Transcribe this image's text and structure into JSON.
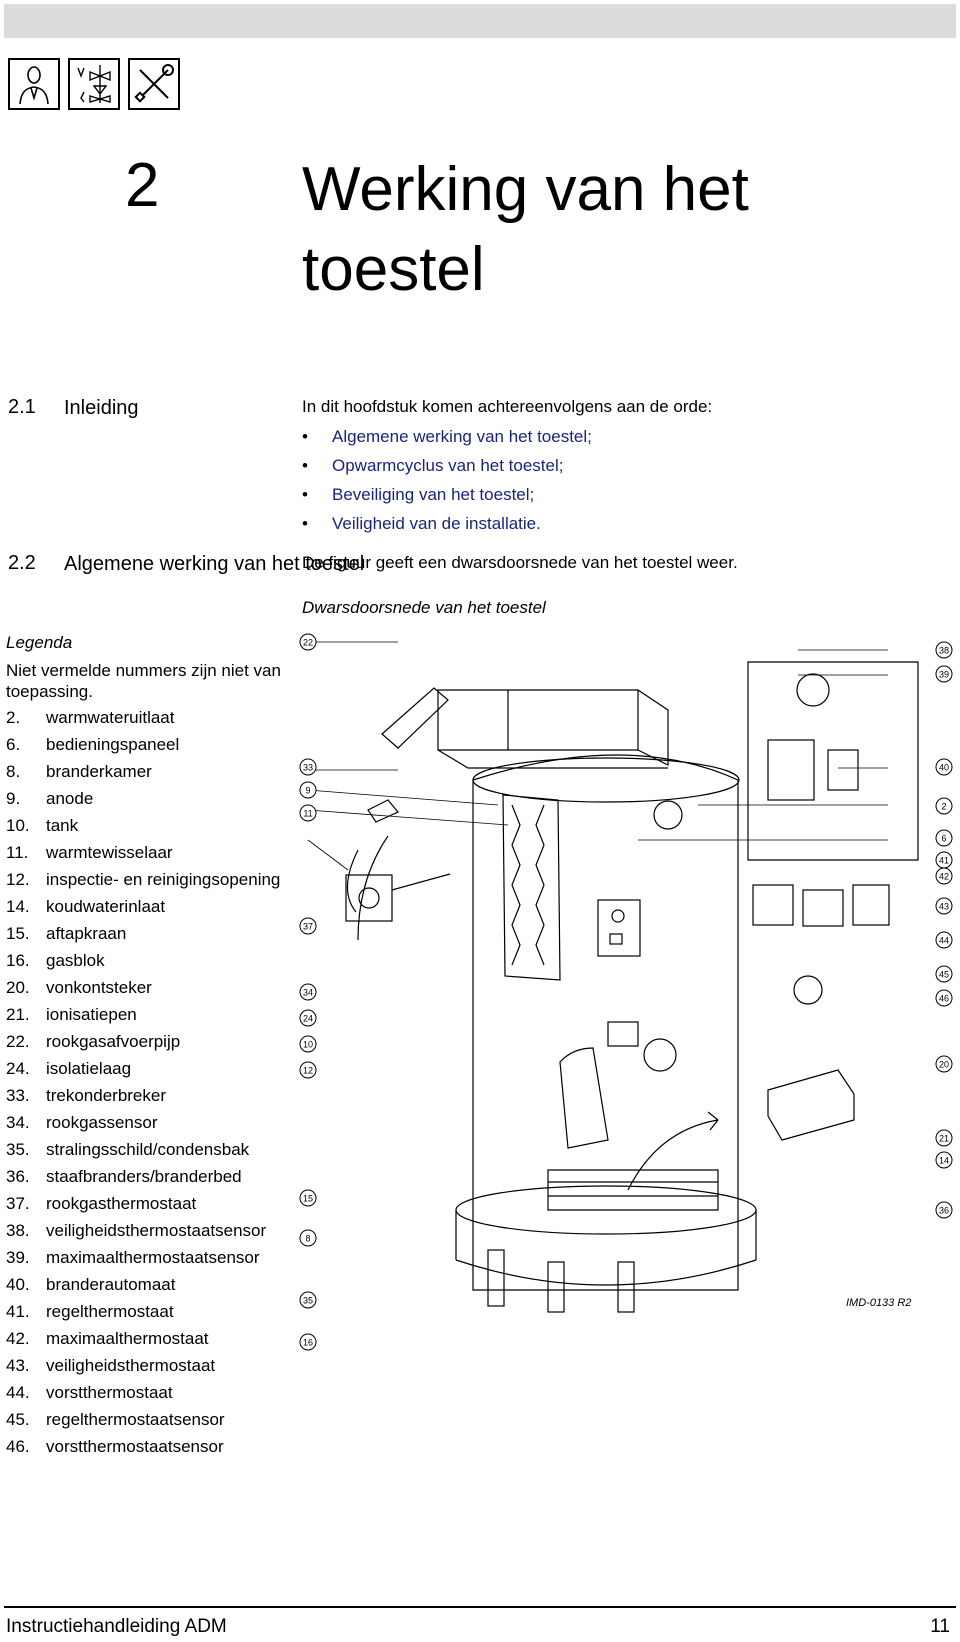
{
  "header": {
    "icons": [
      "installer-person-icon",
      "gas-valve-schematic-icon",
      "tools-wrench-screwdriver-icon"
    ]
  },
  "chapter": {
    "number": "2",
    "title": "Werking van het toestel"
  },
  "sections": [
    {
      "number": "2.1",
      "title": "Inleiding"
    },
    {
      "number": "2.2",
      "title": "Algemene werking van het toestel"
    }
  ],
  "intro": {
    "text": "In dit hoofdstuk komen achtereenvolgens aan de orde:",
    "bullet": "•",
    "items": [
      "Algemene werking van het toestel;",
      "Opwarmcyclus van het toestel;",
      "Beveiliging van het toestel;",
      "Veiligheid van de installatie."
    ]
  },
  "section22": {
    "text": "De figuur geeft een dwarsdoorsnede van het toestel weer.",
    "caption": "Dwarsdoorsnede van het toestel"
  },
  "legend": {
    "title": "Legenda",
    "note": "Niet vermelde nummers zijn niet van toepassing.",
    "items": [
      {
        "num": "2.",
        "label": "warmwateruitlaat"
      },
      {
        "num": "6.",
        "label": "bedieningspaneel"
      },
      {
        "num": "8.",
        "label": "branderkamer"
      },
      {
        "num": "9.",
        "label": "anode"
      },
      {
        "num": "10.",
        "label": "tank"
      },
      {
        "num": "11.",
        "label": "warmtewisselaar"
      },
      {
        "num": "12.",
        "label": "inspectie- en reinigingsopening"
      },
      {
        "num": "14.",
        "label": "koudwaterinlaat"
      },
      {
        "num": "15.",
        "label": "aftapkraan"
      },
      {
        "num": "16.",
        "label": "gasblok"
      },
      {
        "num": "20.",
        "label": "vonkontsteker"
      },
      {
        "num": "21.",
        "label": "ionisatiepen"
      },
      {
        "num": "22.",
        "label": "rookgasafvoerpijp"
      },
      {
        "num": "24.",
        "label": "isolatielaag"
      },
      {
        "num": "33.",
        "label": "trekonderbreker"
      },
      {
        "num": "34.",
        "label": "rookgassensor"
      },
      {
        "num": "35.",
        "label": "stralingsschild/condensbak"
      },
      {
        "num": "36.",
        "label": "staafbranders/branderbed"
      },
      {
        "num": "37.",
        "label": "rookgasthermostaat"
      },
      {
        "num": "38.",
        "label": "veiligheidsthermostaatsensor"
      },
      {
        "num": "39.",
        "label": "maximaalthermostaatsensor"
      },
      {
        "num": "40.",
        "label": "branderautomaat"
      },
      {
        "num": "41.",
        "label": "regelthermostaat"
      },
      {
        "num": "42.",
        "label": "maximaalthermostaat"
      },
      {
        "num": "43.",
        "label": "veiligheidsthermostaat"
      },
      {
        "num": "44.",
        "label": "vorstthermostaat"
      },
      {
        "num": "45.",
        "label": "regelthermostaatsensor"
      },
      {
        "num": "46.",
        "label": "vorstthermostaatsensor"
      }
    ]
  },
  "figure": {
    "callouts_left": [
      "22",
      "33",
      "9",
      "11",
      "37",
      "34",
      "24",
      "10",
      "12",
      "15",
      "8",
      "35",
      "16"
    ],
    "callouts_right": [
      "38",
      "39",
      "40",
      "2",
      "6",
      "41",
      "42",
      "43",
      "44",
      "45",
      "46",
      "20",
      "21",
      "14",
      "36"
    ],
    "ref": "IMD-0133 R2"
  },
  "footer": {
    "left": "Instructiehandleiding ADM",
    "right": "11"
  }
}
